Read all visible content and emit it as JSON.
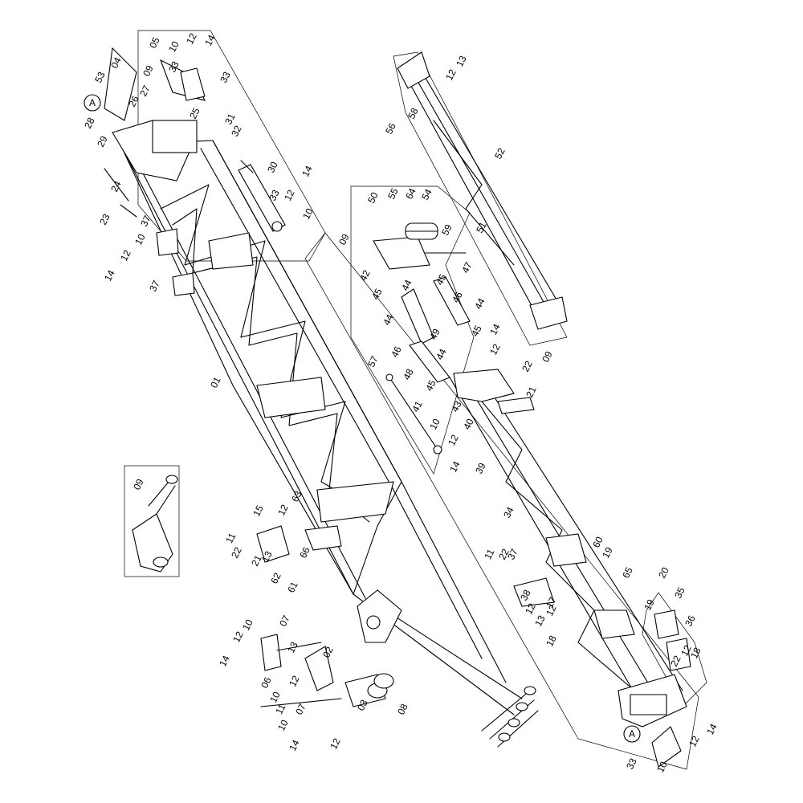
{
  "diagram": {
    "callouts": [
      {
        "id": "c01",
        "text": "01"
      },
      {
        "id": "c02",
        "text": "02"
      },
      {
        "id": "c03",
        "text": "03"
      },
      {
        "id": "c04",
        "text": "04"
      },
      {
        "id": "c05",
        "text": "05"
      },
      {
        "id": "c06",
        "text": "06"
      },
      {
        "id": "c07a",
        "text": "07"
      },
      {
        "id": "c07b",
        "text": "07"
      },
      {
        "id": "c08",
        "text": "08"
      },
      {
        "id": "c09a",
        "text": "09"
      },
      {
        "id": "c09b",
        "text": "09"
      },
      {
        "id": "c09c",
        "text": "09"
      },
      {
        "id": "c09d",
        "text": "09"
      },
      {
        "id": "c10a",
        "text": "10"
      },
      {
        "id": "c10b",
        "text": "10"
      },
      {
        "id": "c10c",
        "text": "10"
      },
      {
        "id": "c10d",
        "text": "10"
      },
      {
        "id": "c10e",
        "text": "10"
      },
      {
        "id": "c10f",
        "text": "10"
      },
      {
        "id": "c10g",
        "text": "10"
      },
      {
        "id": "c10h",
        "text": "10"
      },
      {
        "id": "c11a",
        "text": "11"
      },
      {
        "id": "c11b",
        "text": "11"
      },
      {
        "id": "c11c",
        "text": "11"
      },
      {
        "id": "c12a",
        "text": "12"
      },
      {
        "id": "c12b",
        "text": "12"
      },
      {
        "id": "c12c",
        "text": "12"
      },
      {
        "id": "c12d",
        "text": "12"
      },
      {
        "id": "c12e",
        "text": "12"
      },
      {
        "id": "c12f",
        "text": "12"
      },
      {
        "id": "c12g",
        "text": "12"
      },
      {
        "id": "c12h",
        "text": "12"
      },
      {
        "id": "c12i",
        "text": "12"
      },
      {
        "id": "c12j",
        "text": "12"
      },
      {
        "id": "c12k",
        "text": "12"
      },
      {
        "id": "c12l",
        "text": "12"
      },
      {
        "id": "c12m",
        "text": "12"
      },
      {
        "id": "c12n",
        "text": "12"
      },
      {
        "id": "c13a",
        "text": "13"
      },
      {
        "id": "c13b",
        "text": "13"
      },
      {
        "id": "c13c",
        "text": "13"
      },
      {
        "id": "c13d",
        "text": "13"
      },
      {
        "id": "c14a",
        "text": "14"
      },
      {
        "id": "c14b",
        "text": "14"
      },
      {
        "id": "c14c",
        "text": "14"
      },
      {
        "id": "c14d",
        "text": "14"
      },
      {
        "id": "c14e",
        "text": "14"
      },
      {
        "id": "c14f",
        "text": "14"
      },
      {
        "id": "c14g",
        "text": "14"
      },
      {
        "id": "c14h",
        "text": "14"
      },
      {
        "id": "c15",
        "text": "15"
      },
      {
        "id": "c17",
        "text": "17"
      },
      {
        "id": "c18a",
        "text": "18"
      },
      {
        "id": "c18b",
        "text": "18"
      },
      {
        "id": "c19a",
        "text": "19"
      },
      {
        "id": "c19b",
        "text": "19"
      },
      {
        "id": "c20",
        "text": "20"
      },
      {
        "id": "c21a",
        "text": "21"
      },
      {
        "id": "c21b",
        "text": "21"
      },
      {
        "id": "c22a",
        "text": "22"
      },
      {
        "id": "c22b",
        "text": "22"
      },
      {
        "id": "c22c",
        "text": "22"
      },
      {
        "id": "c22d",
        "text": "22"
      },
      {
        "id": "c23",
        "text": "23"
      },
      {
        "id": "c24",
        "text": "24"
      },
      {
        "id": "c25",
        "text": "25"
      },
      {
        "id": "c26",
        "text": "26"
      },
      {
        "id": "c27",
        "text": "27"
      },
      {
        "id": "c28",
        "text": "28"
      },
      {
        "id": "c29",
        "text": "29"
      },
      {
        "id": "c30",
        "text": "30"
      },
      {
        "id": "c31",
        "text": "31"
      },
      {
        "id": "c32",
        "text": "32"
      },
      {
        "id": "c33a",
        "text": "33"
      },
      {
        "id": "c33b",
        "text": "33"
      },
      {
        "id": "c33c",
        "text": "33"
      },
      {
        "id": "c33d",
        "text": "33"
      },
      {
        "id": "c34",
        "text": "34"
      },
      {
        "id": "c35",
        "text": "35"
      },
      {
        "id": "c36",
        "text": "36"
      },
      {
        "id": "c37a",
        "text": "37"
      },
      {
        "id": "c37b",
        "text": "37"
      },
      {
        "id": "c37c",
        "text": "37"
      },
      {
        "id": "c38",
        "text": "38"
      },
      {
        "id": "c39",
        "text": "39"
      },
      {
        "id": "c40",
        "text": "40"
      },
      {
        "id": "c41",
        "text": "41"
      },
      {
        "id": "c42",
        "text": "42"
      },
      {
        "id": "c43",
        "text": "43"
      },
      {
        "id": "c44a",
        "text": "44"
      },
      {
        "id": "c44b",
        "text": "44"
      },
      {
        "id": "c44c",
        "text": "44"
      },
      {
        "id": "c44d",
        "text": "44"
      },
      {
        "id": "c45a",
        "text": "45"
      },
      {
        "id": "c45b",
        "text": "45"
      },
      {
        "id": "c45c",
        "text": "45"
      },
      {
        "id": "c45d",
        "text": "45"
      },
      {
        "id": "c46a",
        "text": "46"
      },
      {
        "id": "c46b",
        "text": "46"
      },
      {
        "id": "c47",
        "text": "47"
      },
      {
        "id": "c48",
        "text": "48"
      },
      {
        "id": "c49",
        "text": "49"
      },
      {
        "id": "c50",
        "text": "50"
      },
      {
        "id": "c51",
        "text": "51"
      },
      {
        "id": "c52",
        "text": "52"
      },
      {
        "id": "c53",
        "text": "53"
      },
      {
        "id": "c54",
        "text": "54"
      },
      {
        "id": "c55",
        "text": "55"
      },
      {
        "id": "c56",
        "text": "56"
      },
      {
        "id": "c57",
        "text": "57"
      },
      {
        "id": "c58",
        "text": "58"
      },
      {
        "id": "c59",
        "text": "59"
      },
      {
        "id": "c60",
        "text": "60"
      },
      {
        "id": "c61",
        "text": "61"
      },
      {
        "id": "c62",
        "text": "62"
      },
      {
        "id": "c63",
        "text": "63"
      },
      {
        "id": "c64",
        "text": "64"
      },
      {
        "id": "c65",
        "text": "65"
      },
      {
        "id": "c66",
        "text": "66"
      }
    ],
    "markers": [
      {
        "id": "mA1",
        "text": "A"
      },
      {
        "id": "mA2",
        "text": "A"
      }
    ]
  }
}
